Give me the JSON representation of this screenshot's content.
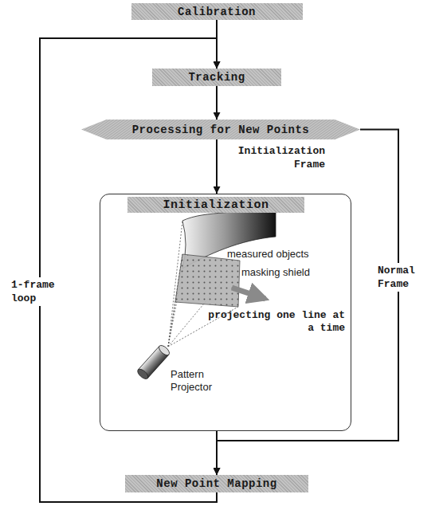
{
  "diagram": {
    "nodes": [
      {
        "text": [
          "Calibration"
        ]
      },
      {
        "text": [
          "Tracking"
        ]
      },
      {
        "text": [
          "Processing for New Points"
        ]
      },
      {
        "text": [
          "Initialization"
        ]
      },
      {
        "text": [
          "New Point Mapping"
        ]
      }
    ],
    "edges": [
      {
        "from": 0,
        "to": 1,
        "arrow": "to"
      },
      {
        "from": 1,
        "to": 2,
        "arrow": "to"
      },
      {
        "from": 2,
        "to": 3,
        "label": "Initialization Frame",
        "arrow": "to"
      },
      {
        "from": 2,
        "to": 4,
        "label": "Normal Frame",
        "arrow": "to"
      },
      {
        "from": 3,
        "to": 4,
        "arrow": "to"
      },
      {
        "from": 4,
        "to": 1,
        "label": "1-frame loop",
        "arrow": "to"
      }
    ],
    "labels": [
      "measured objects",
      "masking shield",
      "projecting one line at a time",
      "Pattern Projector"
    ]
  }
}
